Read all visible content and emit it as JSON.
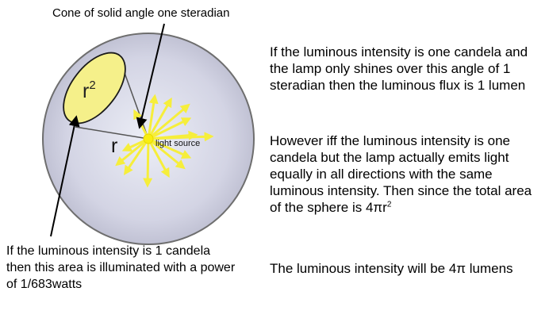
{
  "diagram": {
    "top_label": "Cone of solid angle one steradian",
    "area_label": "r",
    "area_label_sup": "2",
    "radius_label": "r",
    "source_label": "light source",
    "colors": {
      "sphere_fill": "#c9cade",
      "sphere_stroke": "#6e6e6e",
      "cap_fill": "#f5f08a",
      "cap_stroke": "#1a1a1a",
      "ray_color": "#f6ee3b",
      "source_color": "#f8ee10"
    }
  },
  "right_text": {
    "paragraph1": "If the luminous intensity is one candela and the lamp only shines over this angle of 1 steradian then the luminous flux is 1 lumen",
    "paragraph2": "However iff the luminous intensity is one candela but the lamp actually emits light equally in all directions with the same luminous intensity. Then since the total area of the sphere is 4πr",
    "paragraph2_sup": "2",
    "paragraph3": "The luminous intensity will be 4π lumens"
  },
  "bottom_left_text": "If the luminous intensity is 1 candela then this area is illuminated with a power of 1/683watts"
}
